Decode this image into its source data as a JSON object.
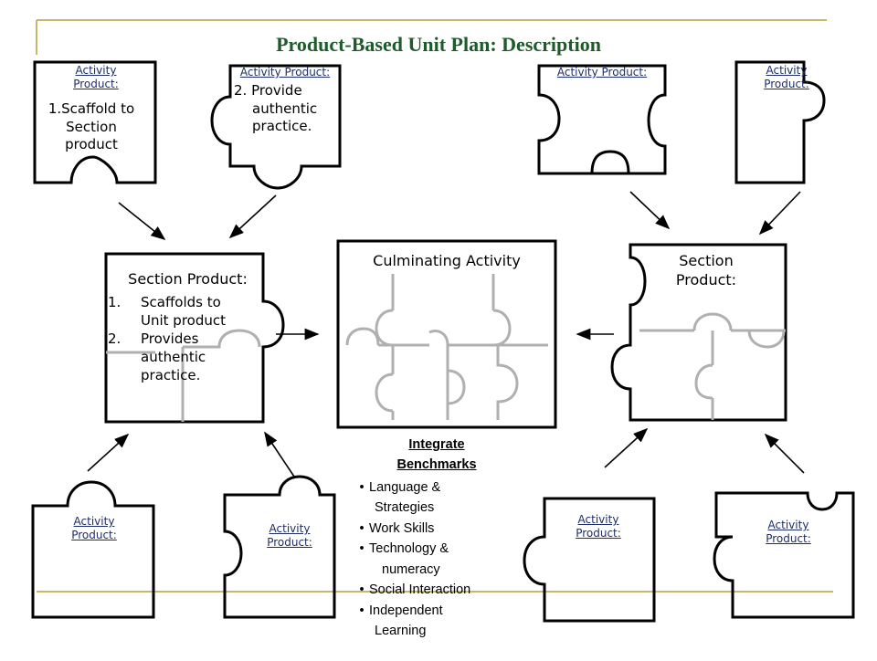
{
  "title": "Product-Based Unit Plan: Description",
  "activity_label": "Activity Product:",
  "activity_label_line1": "Activity",
  "activity_label_line2": "Product:",
  "act1_items": [
    "1.Scaffold to",
    "Section",
    "product"
  ],
  "act2_items": [
    "2. Provide",
    "authentic",
    "practice."
  ],
  "section_left": {
    "heading": "Section Product:",
    "items": [
      "1.",
      "Scaffolds to",
      "Unit product",
      "2.",
      "Provides",
      "authentic",
      "practice."
    ]
  },
  "section_right": {
    "line1": "Section",
    "line2": "Product:"
  },
  "culminating": "Culminating Activity",
  "benchmarks": {
    "title_line1": "Integrate",
    "title_line2": "Benchmarks",
    "bullet": "•",
    "items": [
      [
        "Language &",
        "Strategies"
      ],
      [
        "Work Skills"
      ],
      [
        "Technology &",
        "numeracy"
      ],
      [
        "Social Interaction"
      ],
      [
        "Independent",
        "Learning"
      ]
    ]
  },
  "colors": {
    "title": "#1e5a2a",
    "frame_line": "#c8b86a",
    "puzzle_stroke": "#000000",
    "inner_grid": "#b0b0b0",
    "small_label": "#1d2d6b"
  }
}
